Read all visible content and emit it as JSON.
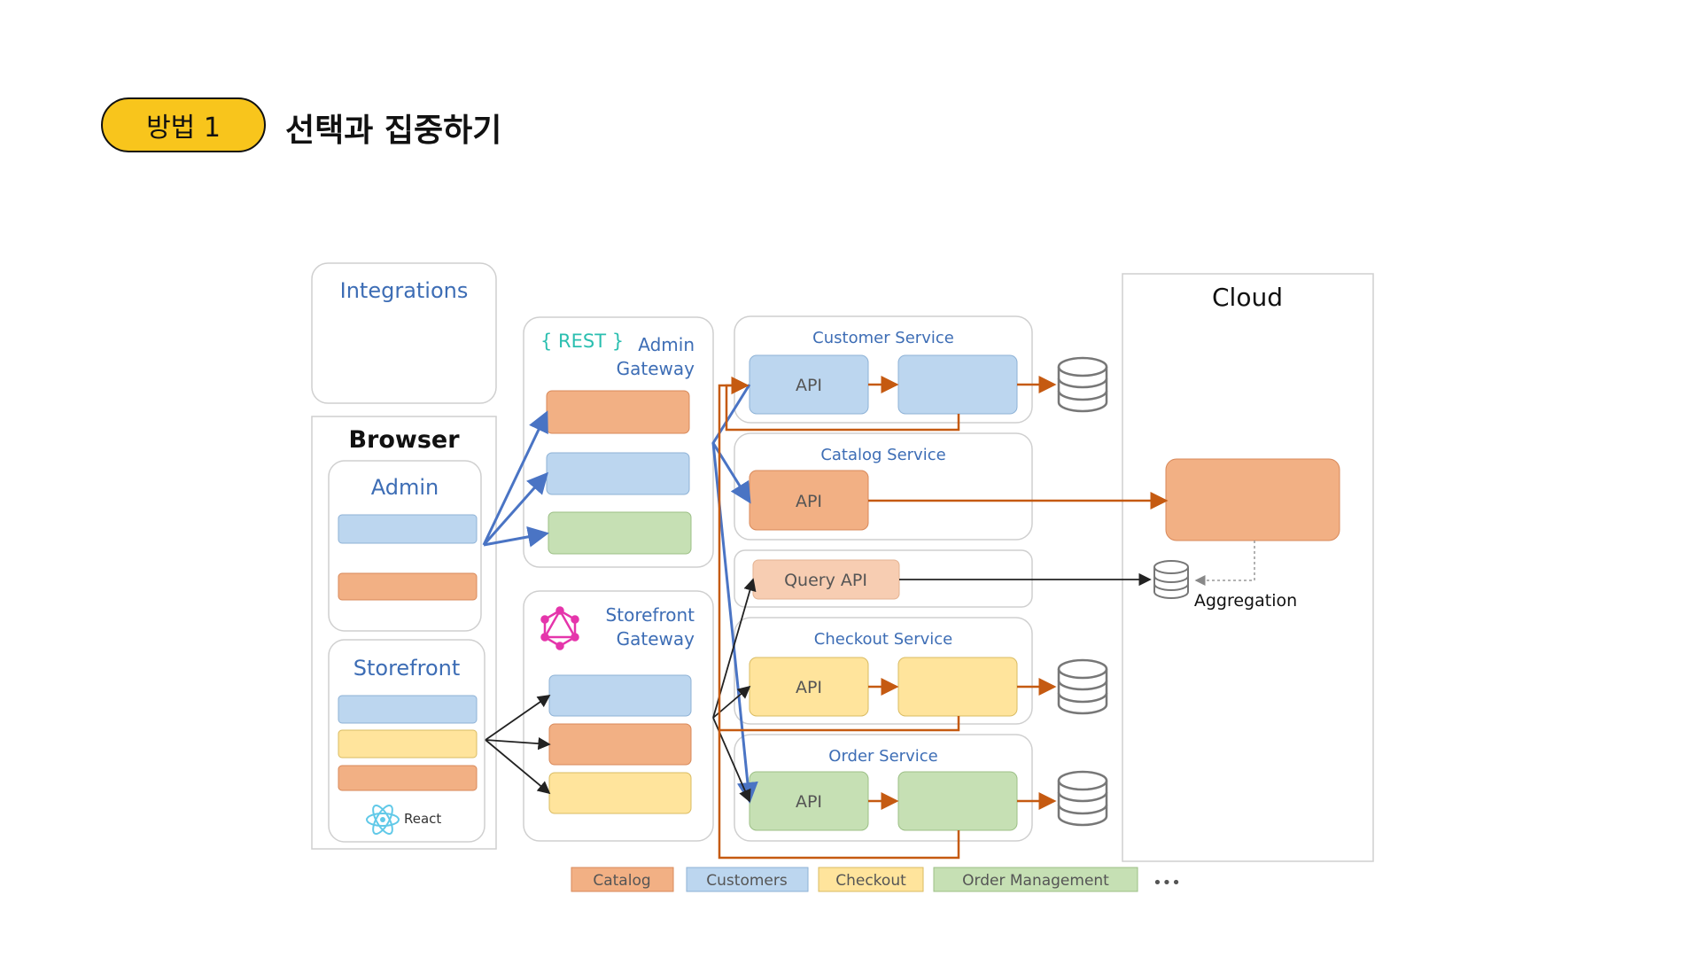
{
  "header": {
    "badge": "방법 1",
    "title": "선택과 집중하기"
  },
  "diagram": {
    "integrations": "Integrations",
    "browser": "Browser",
    "admin": "Admin",
    "storefront": "Storefront",
    "react": "React",
    "rest": "{ REST }",
    "admin_gateway_1": "Admin",
    "admin_gateway_2": "Gateway",
    "storefront_gateway_1": "Storefront",
    "storefront_gateway_2": "Gateway",
    "customer_service": "Customer Service",
    "catalog_service": "Catalog Service",
    "checkout_service": "Checkout Service",
    "order_service": "Order Service",
    "api": "API",
    "query_api": "Query API",
    "cloud": "Cloud",
    "aggregation": "Aggregation",
    "legend": [
      "Catalog",
      "Customers",
      "Checkout",
      "Order Management"
    ],
    "legend_more": "•••",
    "colors": {
      "catalog": "#f2b084",
      "catalog_border": "#d8895a",
      "customers": "#bcd6ef",
      "customers_border": "#8eb2d6",
      "checkout": "#ffe49c",
      "checkout_border": "#d9bb62",
      "order": "#c6e0b4",
      "order_border": "#9cbf86",
      "query": "#f7cdb2",
      "blue_text": "#3d6db5",
      "blue_arrow": "#4a74c4",
      "orange_arrow": "#c55a11"
    }
  }
}
